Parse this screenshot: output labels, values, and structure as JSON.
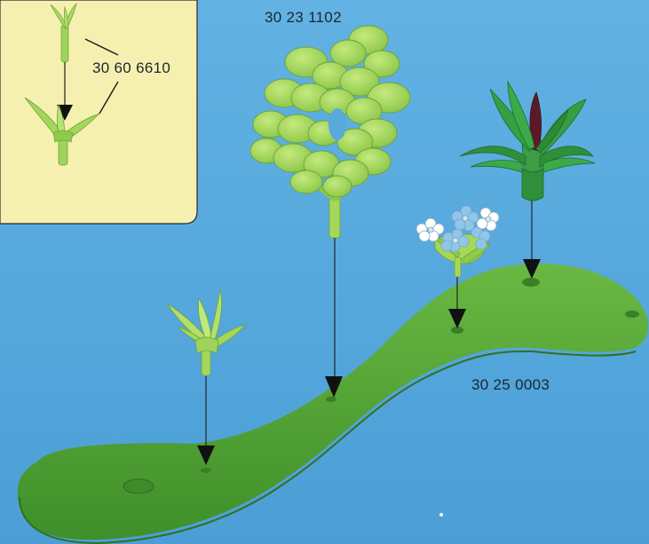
{
  "labels": {
    "sprout_part": "30 60 6610",
    "bush_part": "30 23 1102",
    "base_part": "30 25 0003"
  },
  "colors": {
    "background": "#5aa9dd",
    "inset_panel": "#f6f0b0",
    "base_green": "#5fae3c",
    "light_leaf": "#a5d85a",
    "dark_leaf": "#2f8f3a",
    "flower_blue": "#8fc6ea",
    "flower_white": "#ffffff"
  },
  "icons": [
    "arrow-down-icon",
    "sprout-icon",
    "bush-icon",
    "flower-cluster-icon",
    "agave-plant-icon"
  ]
}
